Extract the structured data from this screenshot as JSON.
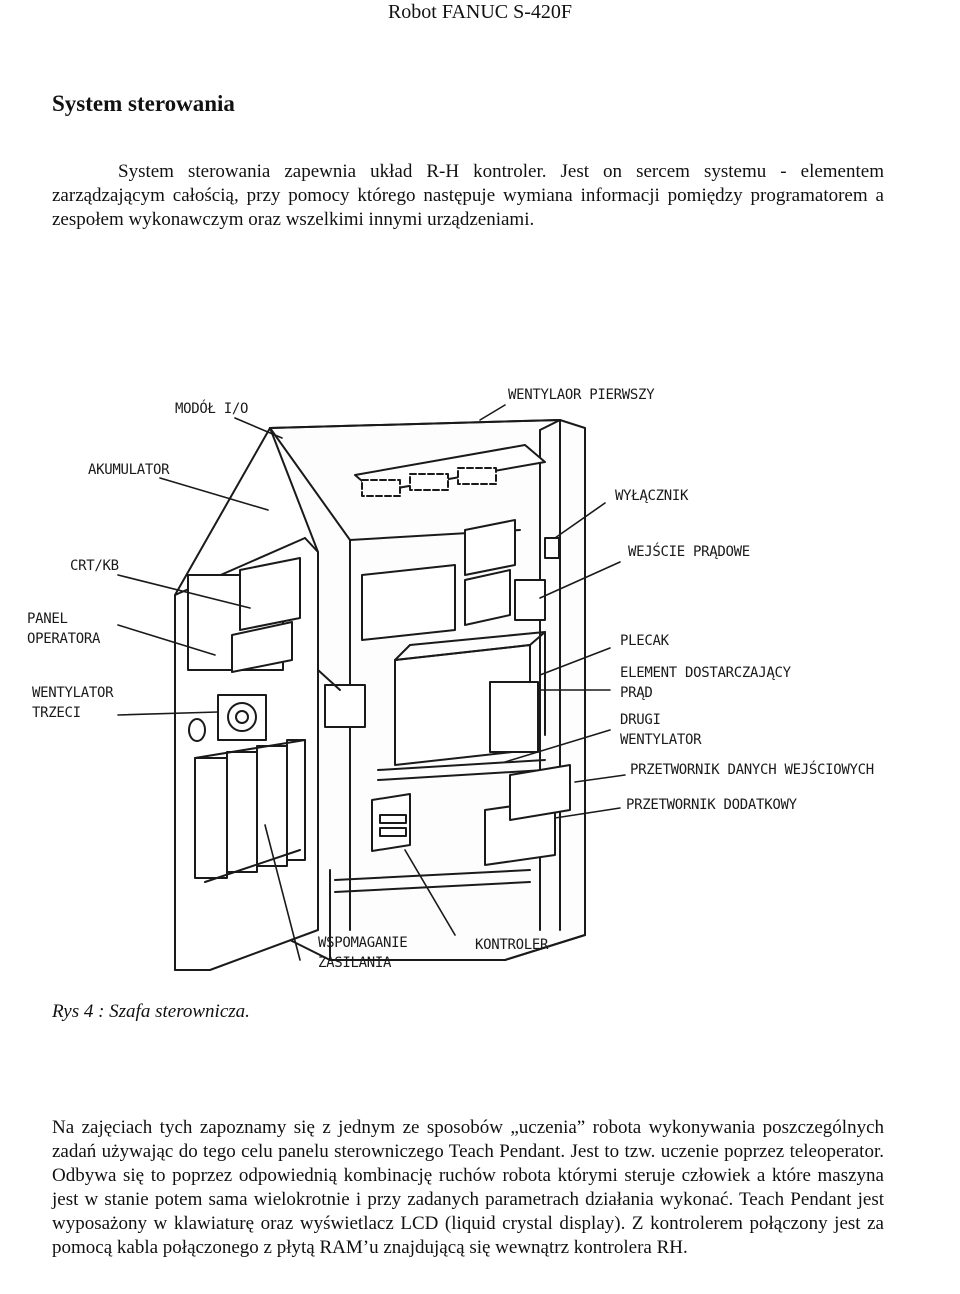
{
  "header": {
    "text": "Robot FANUC S-420F"
  },
  "section": {
    "title": "System sterowania"
  },
  "paragraphs": [
    "System sterowania zapewnia układ R-H kontroler. Jest on sercem systemu - elementem zarządzającym całością, przy pomocy którego następuje wymiana informacji pomiędzy programatorem a zespołem wykonawczym oraz wszelkimi innymi urządzeniami.",
    "Na zajęciach tych zapoznamy się z jednym ze sposobów „uczenia” robota wykonywania poszczególnych zadań używając do tego celu panelu sterowniczego Teach Pendant. Jest to tzw. uczenie poprzez teleoperator. Odbywa się to poprzez odpowiednią kombinację ruchów robota którymi steruje człowiek a które maszyna jest w stanie potem sama wielokrotnie i przy zadanych parametrach działania wykonać. Teach Pendant jest wyposażony w klawiaturę oraz wyświetlacz LCD (liquid crystal display). Z kontrolerem połączony jest za pomocą kabla połączonego z płytą RAM’u znajdującą się wewnątrz kontrolera RH."
  ],
  "figure": {
    "caption": "Rys 4 : Szafa sterownicza.",
    "labels": {
      "modul_io": "MODÓŁ I/O",
      "akumulator": "AKUMULATOR",
      "crt_kb": "CRT/KB",
      "panel_1": "PANEL",
      "panel_2": "OPERATORA",
      "went3_1": "WENTYLATOR",
      "went3_2": "TRZECI",
      "went1": "WENTYLAOR PIERWSZY",
      "wylacznik": "WYŁĄCZNIK",
      "wejscie": "WEJŚCIE PRĄDOWE",
      "plecak": "PLECAK",
      "element_1": "ELEMENT DOSTARCZAJĄCY",
      "element_2": "PRĄD",
      "drugi_1": "DRUGI",
      "drugi_2": "WENTYLATOR",
      "przetwornik_danych": "PRZETWORNIK DANYCH WEJŚCIOWYCH",
      "przetwornik_dodatkowy": "PRZETWORNIK DODATKOWY",
      "wspomaganie_1": "WSPOMAGANIE",
      "wspomaganie_2": "ZASILANIA",
      "kontroler": "KONTROLER"
    }
  }
}
